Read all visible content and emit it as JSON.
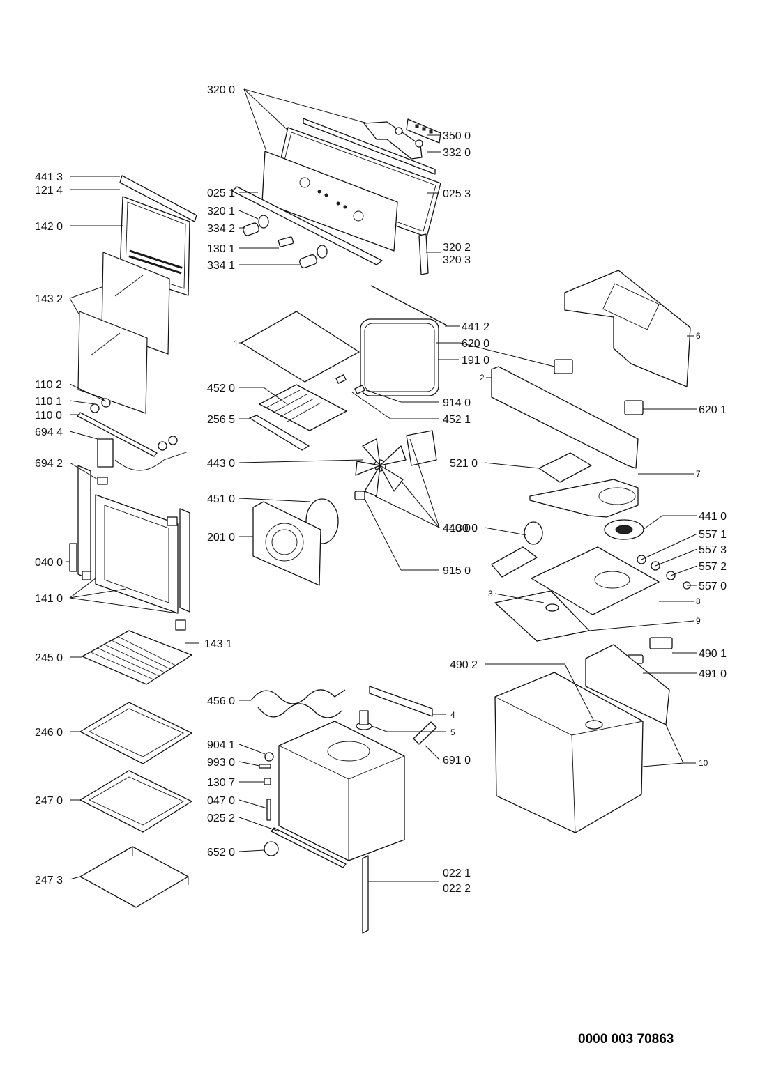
{
  "document_number": "0000 003 70863",
  "callouts": [
    {
      "id": "c3200",
      "text": "320 0"
    },
    {
      "id": "c3500",
      "text": "350 0"
    },
    {
      "id": "c3320",
      "text": "332 0"
    },
    {
      "id": "c4413",
      "text": "441 3"
    },
    {
      "id": "c1214",
      "text": "121 4"
    },
    {
      "id": "c0251",
      "text": "025 1"
    },
    {
      "id": "c0253",
      "text": "025 3"
    },
    {
      "id": "c3201",
      "text": "320 1"
    },
    {
      "id": "c1420",
      "text": "142 0"
    },
    {
      "id": "c3342",
      "text": "334 2"
    },
    {
      "id": "c1301",
      "text": "130 1"
    },
    {
      "id": "c3202",
      "text": "320 2"
    },
    {
      "id": "c3203",
      "text": "320 3"
    },
    {
      "id": "c3341",
      "text": "334 1"
    },
    {
      "id": "c1432",
      "text": "143 2"
    },
    {
      "id": "c4412",
      "text": "441 2"
    },
    {
      "id": "c1",
      "text": "1"
    },
    {
      "id": "c6200",
      "text": "620 0"
    },
    {
      "id": "c6",
      "text": "6"
    },
    {
      "id": "c1910",
      "text": "191 0"
    },
    {
      "id": "c2",
      "text": "2"
    },
    {
      "id": "c1102",
      "text": "110 2"
    },
    {
      "id": "c4520",
      "text": "452 0"
    },
    {
      "id": "c1101",
      "text": "110 1"
    },
    {
      "id": "c9140",
      "text": "914 0"
    },
    {
      "id": "c1100",
      "text": "110 0"
    },
    {
      "id": "c6201",
      "text": "620 1"
    },
    {
      "id": "c2565",
      "text": "256 5"
    },
    {
      "id": "c4521",
      "text": "452 1"
    },
    {
      "id": "c6944",
      "text": "694 4"
    },
    {
      "id": "c6942",
      "text": "694 2"
    },
    {
      "id": "c4430",
      "text": "443 0"
    },
    {
      "id": "c5210",
      "text": "521 0"
    },
    {
      "id": "c7",
      "text": "7"
    },
    {
      "id": "c4510",
      "text": "451 0"
    },
    {
      "id": "c4410",
      "text": "441 0"
    },
    {
      "id": "c1300",
      "text": "130 0"
    },
    {
      "id": "c2010",
      "text": "201 0"
    },
    {
      "id": "c5571",
      "text": "557 1"
    },
    {
      "id": "c4400",
      "text": "440 0"
    },
    {
      "id": "c5573",
      "text": "557 3"
    },
    {
      "id": "c0400",
      "text": "040 0"
    },
    {
      "id": "c5572",
      "text": "557 2"
    },
    {
      "id": "c9150",
      "text": "915 0"
    },
    {
      "id": "c5570",
      "text": "557 0"
    },
    {
      "id": "c1410",
      "text": "141 0"
    },
    {
      "id": "c3",
      "text": "3"
    },
    {
      "id": "c8",
      "text": "8"
    },
    {
      "id": "c9",
      "text": "9"
    },
    {
      "id": "c1431",
      "text": "143 1"
    },
    {
      "id": "c2450",
      "text": "245 0"
    },
    {
      "id": "c4901",
      "text": "490 1"
    },
    {
      "id": "c4902",
      "text": "490 2"
    },
    {
      "id": "c4910",
      "text": "491 0"
    },
    {
      "id": "c4560",
      "text": "456 0"
    },
    {
      "id": "c4",
      "text": "4"
    },
    {
      "id": "c2460",
      "text": "246 0"
    },
    {
      "id": "c5",
      "text": "5"
    },
    {
      "id": "c9041",
      "text": "904 1"
    },
    {
      "id": "c9930",
      "text": "993 0"
    },
    {
      "id": "c6910",
      "text": "691 0"
    },
    {
      "id": "c10",
      "text": "10"
    },
    {
      "id": "c1307",
      "text": "130 7"
    },
    {
      "id": "c2470",
      "text": "247 0"
    },
    {
      "id": "c0470",
      "text": "047 0"
    },
    {
      "id": "c0252",
      "text": "025 2"
    },
    {
      "id": "c6520",
      "text": "652 0"
    },
    {
      "id": "c0221",
      "text": "022 1"
    },
    {
      "id": "c0222",
      "text": "022 2"
    },
    {
      "id": "c2473",
      "text": "247 3"
    }
  ]
}
